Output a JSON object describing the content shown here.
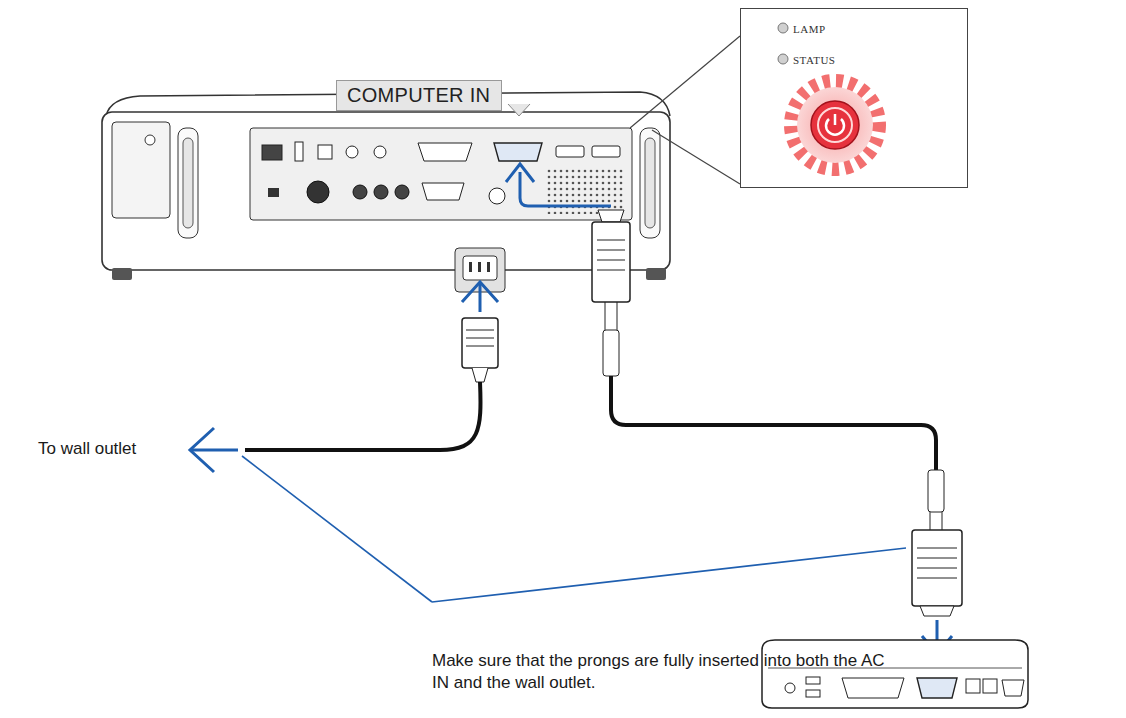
{
  "diagram": {
    "nodes": [
      {
        "text": [
          "COMPUTER IN"
        ]
      },
      {
        "text": [
          "LAMP",
          "STATUS"
        ]
      }
    ],
    "labels": [
      "To wall outlet",
      "Make sure that the prongs are fully inserted into both the AC IN and the wall outlet."
    ]
  }
}
